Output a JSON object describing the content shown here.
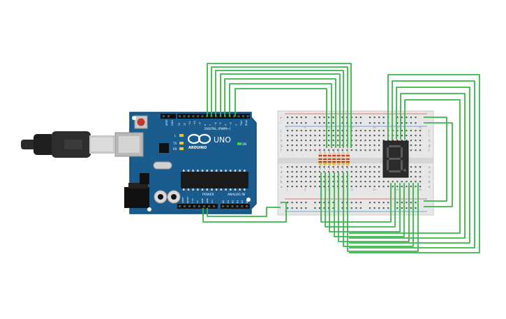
{
  "arduino": {
    "brand": "ARDUINO",
    "model": "UNO",
    "digital_header_label": "DIGITAL (PWM~)",
    "power_label": "POWER",
    "analog_label": "ANALOG IN",
    "led_labels": [
      "L",
      "TX",
      "RX"
    ],
    "on_label": "ON",
    "aref_label": "AREF",
    "gnd_label": "GND",
    "digital_pins": [
      "13",
      "12",
      "~11",
      "~10",
      "~9",
      "8",
      "7",
      "~6",
      "~5",
      "4",
      "~3",
      "2",
      "TX▸1",
      "RX◂0"
    ],
    "power_pins": [
      "IOREF",
      "RESET",
      "3.3V",
      "5V",
      "GND",
      "GND",
      "Vin"
    ],
    "analog_pins": [
      "A0",
      "A1",
      "A2",
      "A3",
      "A4",
      "A5"
    ]
  },
  "breadboard": {
    "rail_signs": [
      "+",
      "-"
    ],
    "row_letters_top": [
      "j",
      "i",
      "h",
      "g",
      "f"
    ],
    "row_letters_bottom": [
      "e",
      "d",
      "c",
      "b",
      "a"
    ],
    "column_markers": [
      "1",
      "5",
      "10",
      "15",
      "20",
      "25",
      "30"
    ]
  },
  "display": {
    "digit_shown": "8",
    "segments_lit": []
  },
  "colors": {
    "wire": "#3ab54a",
    "board": "#1b5c8f",
    "board_edge": "#144a74",
    "breadboard": "#e7e7e7",
    "rail_red": "#d9534f",
    "rail_blue": "#4a90d9",
    "resistor_body": "#e8c9a0",
    "display_body": "#2b2b2b",
    "segment_off": "#5a5a5a"
  }
}
